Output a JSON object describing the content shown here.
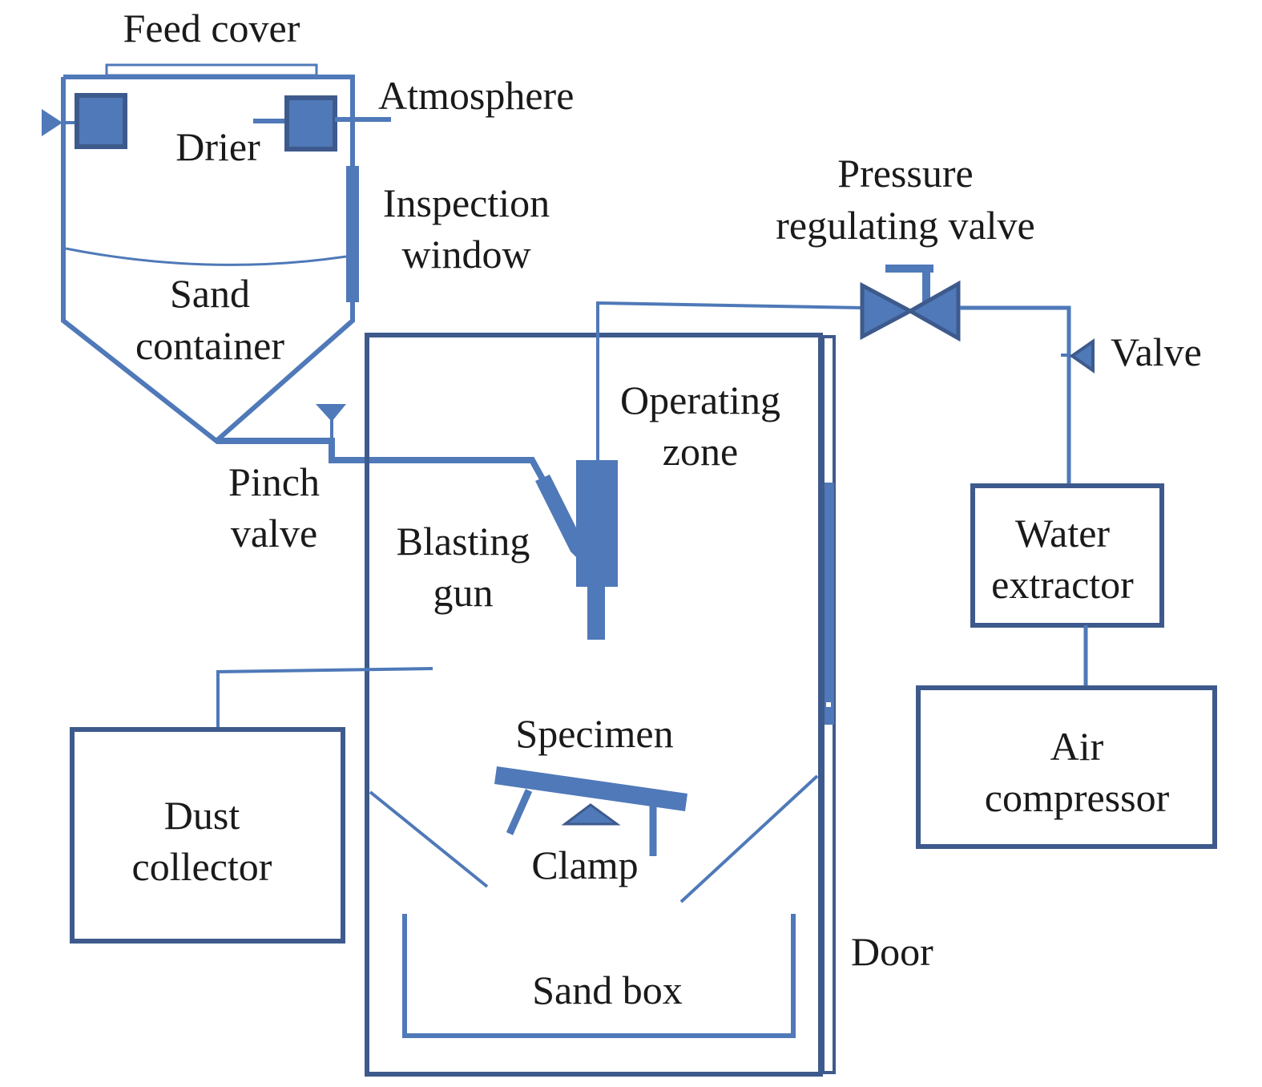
{
  "diagram": {
    "title": "Sand blasting apparatus schematic",
    "colors": {
      "line": "#4f79b8",
      "dark": "#3e5a8c",
      "fill": "#4f79b8",
      "text": "#1a1a1a",
      "background": "#ffffff"
    },
    "labels": {
      "feed_cover": "Feed cover",
      "atmosphere": "Atmosphere",
      "drier": "Drier",
      "inspection_line1": "Inspection",
      "inspection_line2": "window",
      "sand_line1": "Sand",
      "sand_line2": "container",
      "pinch_line1": "Pinch",
      "pinch_line2": "valve",
      "pressure_line1": "Pressure",
      "pressure_line2": "regulating valve",
      "valve": "Valve",
      "operating_line1": "Operating",
      "operating_line2": "zone",
      "blasting_line1": "Blasting",
      "blasting_line2": "gun",
      "water_line1": "Water",
      "water_line2": "extractor",
      "air_line1": "Air",
      "air_line2": "compressor",
      "specimen": "Specimen",
      "clamp": "Clamp",
      "dust_line1": "Dust",
      "dust_line2": "collector",
      "door": "Door",
      "sand_box": "Sand box"
    },
    "components": [
      {
        "id": "sand-container",
        "label": "Sand container"
      },
      {
        "id": "feed-cover",
        "label": "Feed cover"
      },
      {
        "id": "drier-left",
        "label": "Drier"
      },
      {
        "id": "drier-right",
        "label": "Drier"
      },
      {
        "id": "inspection-window",
        "label": "Inspection window"
      },
      {
        "id": "pinch-valve",
        "label": "Pinch valve"
      },
      {
        "id": "blasting-chamber",
        "label": "Operating zone"
      },
      {
        "id": "blasting-gun",
        "label": "Blasting gun"
      },
      {
        "id": "specimen",
        "label": "Specimen"
      },
      {
        "id": "clamp",
        "label": "Clamp"
      },
      {
        "id": "sand-box",
        "label": "Sand box"
      },
      {
        "id": "door",
        "label": "Door"
      },
      {
        "id": "dust-collector",
        "label": "Dust collector"
      },
      {
        "id": "pressure-regulating-valve",
        "label": "Pressure regulating valve"
      },
      {
        "id": "valve",
        "label": "Valve"
      },
      {
        "id": "water-extractor",
        "label": "Water extractor"
      },
      {
        "id": "air-compressor",
        "label": "Air compressor"
      }
    ],
    "connections": [
      {
        "from": "air-compressor",
        "to": "water-extractor"
      },
      {
        "from": "water-extractor",
        "to": "pressure-regulating-valve",
        "via": "valve"
      },
      {
        "from": "pressure-regulating-valve",
        "to": "blasting-gun"
      },
      {
        "from": "sand-container",
        "to": "blasting-gun",
        "via": "pinch-valve"
      },
      {
        "from": "blasting-chamber",
        "to": "dust-collector"
      },
      {
        "from": "drier-right",
        "to": "atmosphere"
      }
    ]
  }
}
